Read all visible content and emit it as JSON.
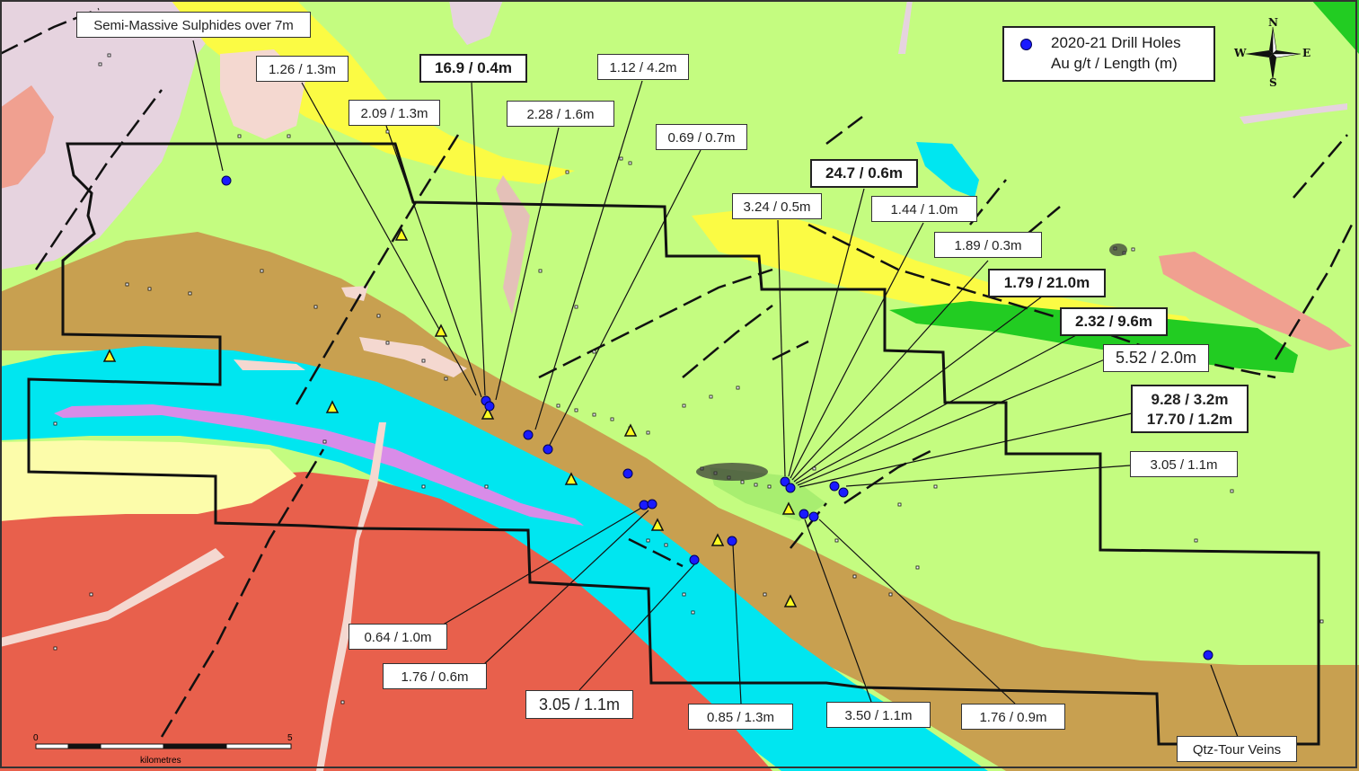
{
  "legend": {
    "marker_label": "2020-21 Drill Holes",
    "units_label": "Au g/t / Length (m)",
    "marker_color": "#1a1aff"
  },
  "compass": {
    "north": "N",
    "south": "S",
    "east": "E",
    "west": "W"
  },
  "scale_bar": {
    "start": "0",
    "end": "5",
    "unit": "kilometres"
  },
  "annotations": {
    "semi_massive": "Semi-Massive Sulphides over 7m",
    "qtz_tour": "Qtz-Tour Veins"
  },
  "intercepts": [
    "1.26 / 1.3m",
    "16.9 / 0.4m",
    "1.12 / 4.2m",
    "2.09 / 1.3m",
    "2.28 / 1.6m",
    "0.69 / 0.7m",
    "24.7 / 0.6m",
    "3.24 / 0.5m",
    "1.44 / 1.0m",
    "1.89 / 0.3m",
    "1.79 / 21.0m",
    "2.32 / 9.6m",
    "5.52 / 2.0m",
    "9.28 / 3.2m",
    "17.70 / 1.2m",
    "3.05 / 1.1m",
    "0.64 / 1.0m",
    "1.76 / 0.6m",
    "3.05 / 1.1m",
    "0.85 / 1.3m",
    "3.50 / 1.1m",
    "1.76 / 0.9m"
  ],
  "colors": {
    "background_green": "#c4fc80",
    "pink_unit": "#e6d3df",
    "brown_unit": "#c8a050",
    "cyan_unit": "#00e6f0",
    "red_unit": "#e8604c",
    "yellow_unit": "#fbfb44",
    "pale_yellow": "#fcfcaa",
    "dark_green": "#22cc22",
    "salmon": "#f0a090",
    "violet": "#d88ce8",
    "drill_hole": "#1a1aff"
  }
}
